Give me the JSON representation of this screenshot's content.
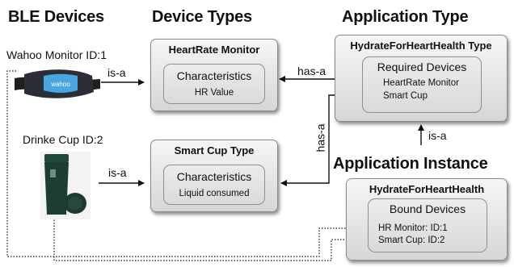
{
  "headings": {
    "ble_devices": "BLE Devices",
    "device_types": "Device Types",
    "application_type": "Application Type",
    "application_instance": "Application Instance"
  },
  "devices": {
    "monitor_label": "Wahoo Monitor ID:1",
    "strap_logo": "wahoo",
    "cup_label": "Drinke Cup ID:2"
  },
  "relations": {
    "is_a": "is-a",
    "has_a": "has-a"
  },
  "heart_rate_monitor": {
    "title": "HeartRate Monitor",
    "section": "Characteristics",
    "item": "HR Value"
  },
  "smart_cup_type": {
    "title": "Smart Cup Type",
    "section": "Characteristics",
    "item": "Liquid consumed"
  },
  "app_type": {
    "title": "HydrateForHeartHealth Type",
    "section": "Required Devices",
    "items": [
      "HeartRate Monitor",
      "Smart Cup"
    ]
  },
  "app_instance": {
    "title": "HydrateForHeartHealth",
    "section": "Bound Devices",
    "items": [
      "HR Monitor: ID:1",
      "Smart Cup: ID:2"
    ]
  }
}
